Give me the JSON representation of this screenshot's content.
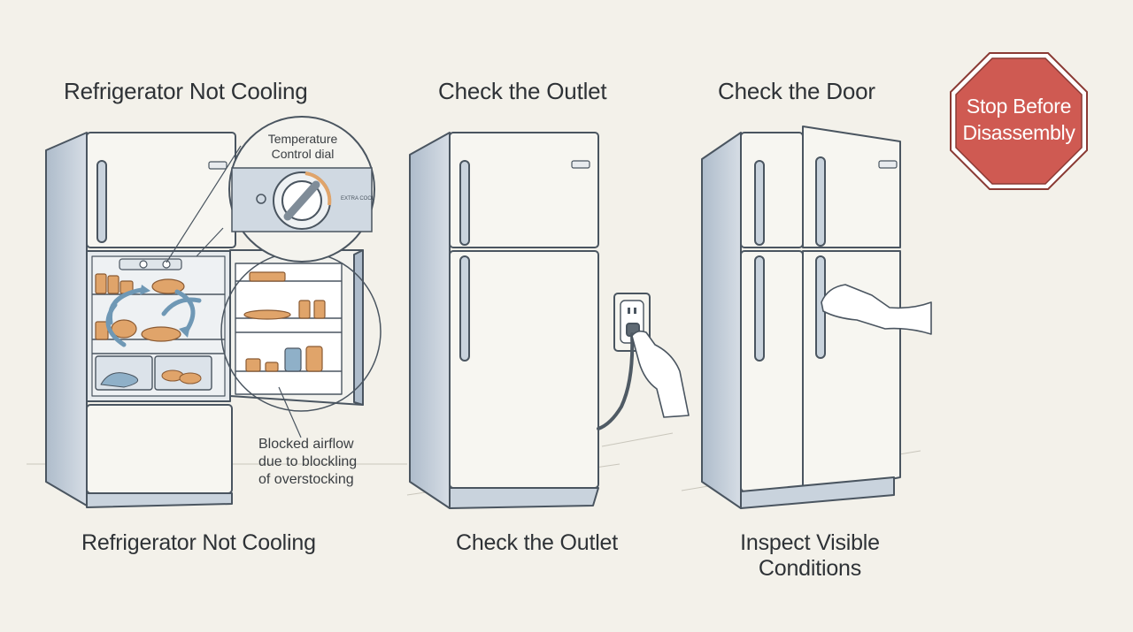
{
  "panels": [
    {
      "title": "Refrigerator Not Cooling",
      "caption": "Refrigerator Not Cooling",
      "callout": "Temperature\nControl dial",
      "dial_tag": "EXTRA COOL",
      "note": "Blocked airflow\ndue to blockling\nof overstocking"
    },
    {
      "title": "Check the Outlet",
      "caption": "Check the Outlet"
    },
    {
      "title": "Check the Door",
      "caption": "Inspect Visible\nConditions"
    }
  ],
  "stop_sign": {
    "text": "Stop Before\nDisassembly",
    "color": "#cf5a52"
  },
  "colors": {
    "background": "#f3f1ea",
    "fridge_body": "#f7f6f1",
    "fridge_side": "#c9d3dd",
    "outline": "#4a5560",
    "food": "#e0a46a",
    "airflow_arrow": "#6f98b5"
  }
}
